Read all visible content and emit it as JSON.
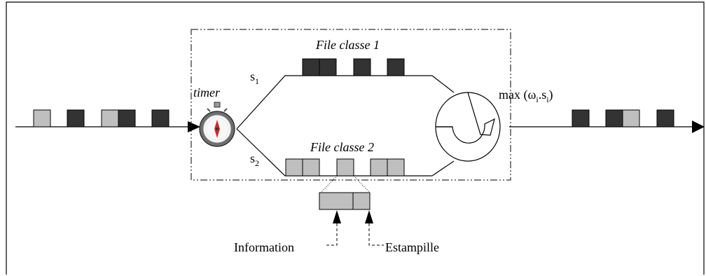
{
  "labels": {
    "file_classe_1": "File classe 1",
    "file_classe_2": "File classe 2",
    "timer": "timer",
    "s1": {
      "base": "s",
      "sub": "1"
    },
    "s2": {
      "base": "s",
      "sub": "2"
    },
    "max": {
      "prefix": "max (ω",
      "sub_i": "i",
      "dot_s": ".s",
      "sub_i2": "i",
      "suffix": ")"
    },
    "information": "Information",
    "estampille": "Estampille"
  },
  "colors": {
    "dark_packet": "#333333",
    "light_packet": "#bfbfbf",
    "line": "#000000",
    "timer_red": "#cc2a2a"
  },
  "icons": {
    "timer": "stopwatch-icon",
    "scheduler": "round-robin-scheduler-icon"
  }
}
